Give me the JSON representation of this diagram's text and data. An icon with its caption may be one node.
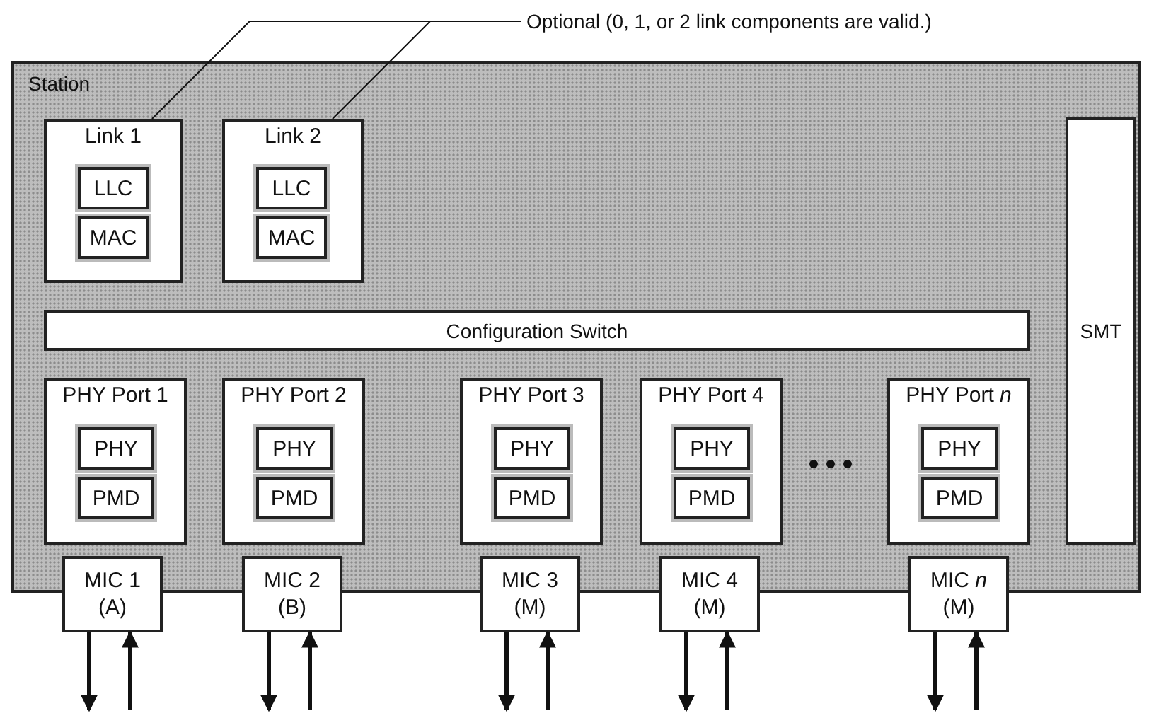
{
  "diagram": {
    "nodes": [
      {
        "text": [
          "Optional (0, 1, or 2 link components are valid.)"
        ]
      },
      {
        "text": [
          "Station"
        ]
      },
      {
        "text": [
          "Link 1"
        ],
        "in": 1
      },
      {
        "text": [
          "LLC"
        ],
        "in": 2
      },
      {
        "text": [
          "MAC"
        ],
        "in": 2
      },
      {
        "text": [
          "Link 2"
        ],
        "in": 1
      },
      {
        "text": [
          "LLC"
        ],
        "in": 5
      },
      {
        "text": [
          "MAC"
        ],
        "in": 5
      },
      {
        "text": [
          "SMT"
        ],
        "in": 1
      },
      {
        "text": [
          "Configuration Switch"
        ],
        "in": 1
      },
      {
        "text": [
          "PHY Port 1"
        ],
        "in": 1
      },
      {
        "text": [
          "PHY"
        ],
        "in": 10
      },
      {
        "text": [
          "PMD"
        ],
        "in": 10
      },
      {
        "text": [
          "PHY Port 2"
        ],
        "in": 1
      },
      {
        "text": [
          "PHY"
        ],
        "in": 13
      },
      {
        "text": [
          "PMD"
        ],
        "in": 13
      },
      {
        "text": [
          "PHY Port 3"
        ],
        "in": 1
      },
      {
        "text": [
          "PHY"
        ],
        "in": 16
      },
      {
        "text": [
          "PMD"
        ],
        "in": 16
      },
      {
        "text": [
          "PHY Port 4"
        ],
        "in": 1
      },
      {
        "text": [
          "PHY"
        ],
        "in": 19
      },
      {
        "text": [
          "PMD"
        ],
        "in": 19
      },
      {
        "text": [
          "PHY Port *n*"
        ],
        "in": 1
      },
      {
        "text": [
          "PHY"
        ],
        "in": 22
      },
      {
        "text": [
          "PMD"
        ],
        "in": 22
      },
      {
        "text": [
          "MIC 1",
          "(A)"
        ]
      },
      {
        "text": [
          "MIC 2",
          "(B)"
        ]
      },
      {
        "text": [
          "MIC 3",
          "(M)"
        ]
      },
      {
        "text": [
          "MIC 4",
          "(M)"
        ]
      },
      {
        "text": [
          "MIC *n*",
          "(M)"
        ]
      }
    ],
    "edges": [
      {
        "from": 0,
        "to": 2,
        "arrow": "none"
      },
      {
        "from": 0,
        "to": 5,
        "arrow": "none"
      },
      {
        "from": 25,
        "to": null,
        "arrow": "to"
      },
      {
        "from": null,
        "to": 25,
        "arrow": "to"
      },
      {
        "from": 26,
        "to": null,
        "arrow": "to"
      },
      {
        "from": null,
        "to": 26,
        "arrow": "to"
      },
      {
        "from": 27,
        "to": null,
        "arrow": "to"
      },
      {
        "from": null,
        "to": 27,
        "arrow": "to"
      },
      {
        "from": 28,
        "to": null,
        "arrow": "to"
      },
      {
        "from": null,
        "to": 28,
        "arrow": "to"
      },
      {
        "from": 29,
        "to": null,
        "arrow": "to"
      },
      {
        "from": null,
        "to": 29,
        "arrow": "to"
      }
    ]
  }
}
